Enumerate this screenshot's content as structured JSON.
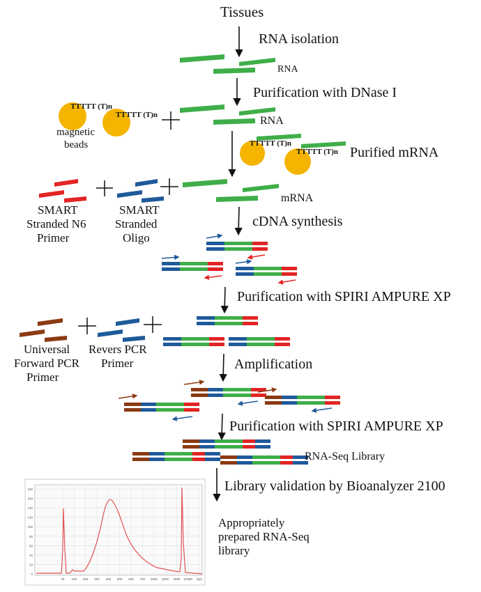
{
  "steps": {
    "tissues": "Tissues",
    "rna_isolation": "RNA isolation",
    "rna1": "RNA",
    "purif_dnase": "Purification with DNase I",
    "rna2": "RNA",
    "purified_mrna": "Purified mRNA",
    "mrna": "mRNA",
    "cdna_synthesis": "cDNA synthesis",
    "purif_spiri_1": "Purification with SPIRI AMPURE XP",
    "amplification": "Amplification",
    "purif_spiri_2": "Purification with SPIRI AMPURE XP",
    "library": "RNA-Seq Library",
    "validation": "Library validation by Bioanalyzer 2100"
  },
  "beads": {
    "label_line1": "magnetic",
    "label_line2": "beads",
    "oligo": "TTTTT (T)n"
  },
  "primers": {
    "n6_line1": "SMART",
    "n6_line2": "Stranded N6",
    "n6_line3": "Primer",
    "oligo_line1": "SMART",
    "oligo_line2": "Stranded",
    "oligo_line3": "Oligo",
    "fwd_line1": "Universal",
    "fwd_line2": "Forward PCR",
    "fwd_line3": "Primer",
    "rev_line1": "Revers PCR",
    "rev_line2": "Primer"
  },
  "result": {
    "line1": "Appropriately",
    "line2": "prepared RNA-Seq",
    "line3": "library"
  },
  "colors": {
    "green": "#3fae49",
    "red": "#e32424",
    "blue": "#1f5a9a",
    "brown": "#8b3a12",
    "bead": "#f4b400",
    "trace": "#e05252"
  },
  "chart_data": {
    "type": "line",
    "y_ticks": [
      "180",
      "160",
      "140",
      "120",
      "100",
      "80",
      "60",
      "40",
      "20",
      "0"
    ],
    "x_ticks": [
      "35",
      "100",
      "200",
      "300",
      "400",
      "500",
      "600",
      "700",
      "1000",
      "2000",
      "3000",
      "10380",
      "[bp]"
    ]
  }
}
